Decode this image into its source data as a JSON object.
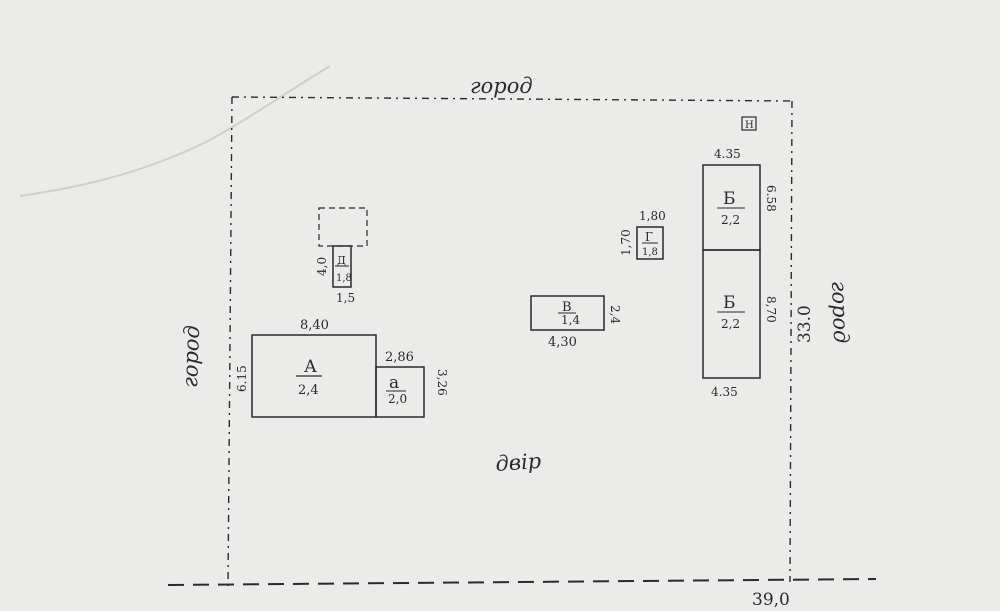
{
  "colors": {
    "paper": "#e9e9e7",
    "ink": "#2a2a2c"
  },
  "boundary": {
    "top_label": "город",
    "left_label": "город",
    "right_label": "город",
    "width_label": "39,0",
    "depth_label": "33.0"
  },
  "yard_label": "двір",
  "marker_label": "Н",
  "buildings": {
    "A": {
      "letter": "А",
      "height": "2,4",
      "length": "8,40",
      "width": "6.15"
    },
    "a": {
      "letter": "а",
      "height": "2,0",
      "length": "2,86",
      "width": "3,26"
    },
    "B": {
      "letter": "В",
      "height": "1,4",
      "length": "4,30",
      "width": "2,4"
    },
    "G": {
      "letter": "Г",
      "height": "1,8",
      "length": "1,80",
      "width": "1,70"
    },
    "D": {
      "letter": "Д",
      "height": "1,8",
      "length": "1,5",
      "width": "4,0"
    },
    "Bv": {
      "letter": "Б",
      "height": "2,2",
      "length": "4.35",
      "width": "6.58"
    },
    "Bn": {
      "letter": "Б",
      "height": "2,2",
      "length": "4.35",
      "width": "8,70"
    }
  }
}
